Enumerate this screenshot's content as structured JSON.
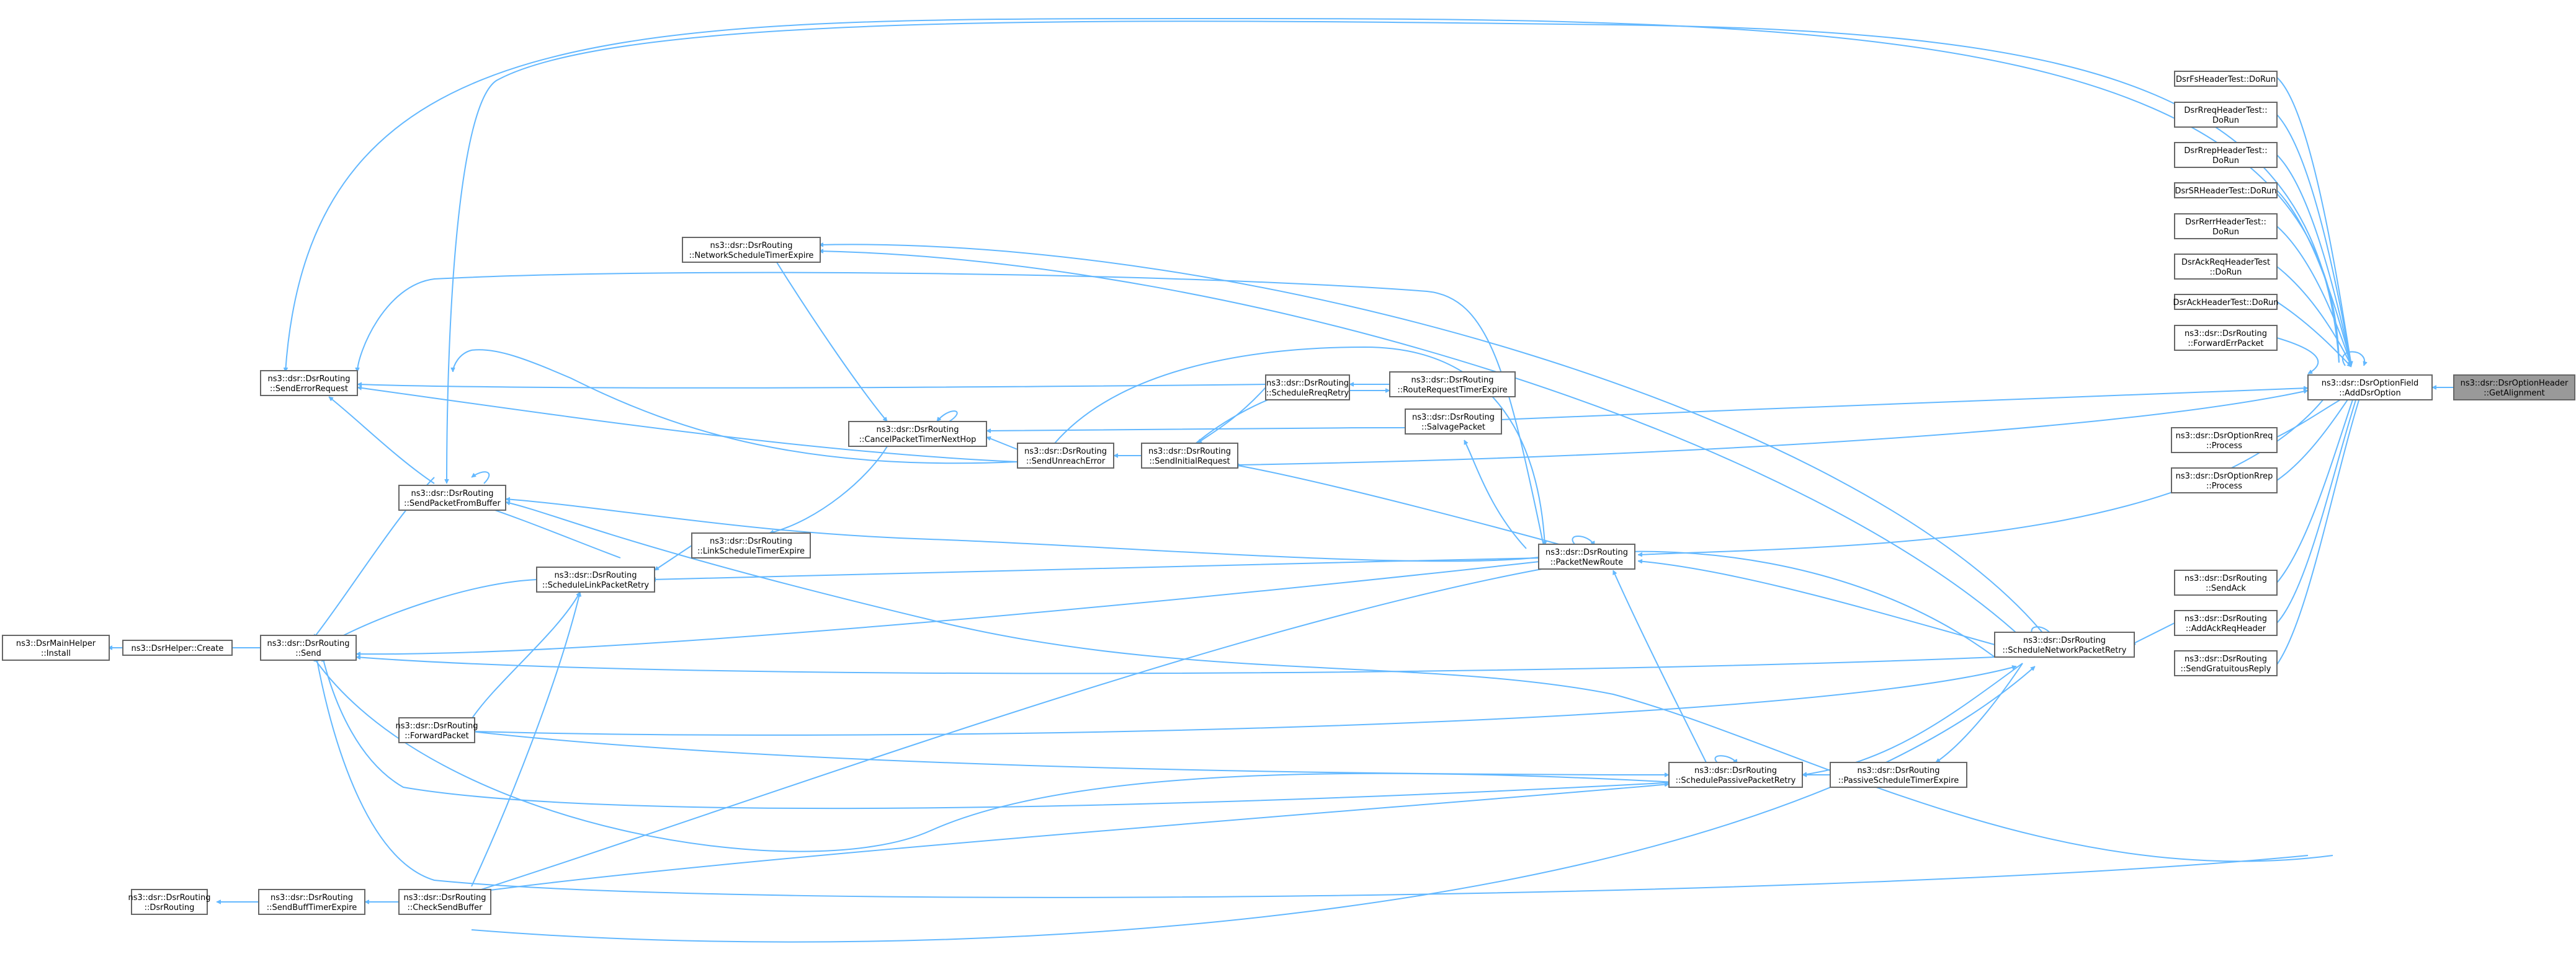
{
  "colors": {
    "edge": "#63b8ff",
    "node_border": "#666666",
    "root_fill": "#999999",
    "background": "#ffffff"
  },
  "nodes": {
    "n_install": [
      "ns3::DsrMainHelper",
      "::Install"
    ],
    "n_create": [
      "ns3::DsrHelper::Create"
    ],
    "n_send": [
      "ns3::dsr::DsrRouting",
      "::Send"
    ],
    "n_sendfrombuffer": [
      "ns3::dsr::DsrRouting",
      "::SendPacketFromBuffer"
    ],
    "n_senderror": [
      "ns3::dsr::DsrRouting",
      "::SendErrorRequest"
    ],
    "n_forwardpacket": [
      "ns3::dsr::DsrRouting",
      "::ForwardPacket"
    ],
    "n_dsrrouting": [
      "ns3::dsr::DsrRouting",
      "::DsrRouting"
    ],
    "n_sendbufftimer": [
      "ns3::dsr::DsrRouting",
      "::SendBuffTimerExpire"
    ],
    "n_checksendbuffer": [
      "ns3::dsr::DsrRouting",
      "::CheckSendBuffer"
    ],
    "n_schedlink": [
      "ns3::dsr::DsrRouting",
      "::ScheduleLinkPacketRetry"
    ],
    "n_linktimer": [
      "ns3::dsr::DsrRouting",
      "::LinkScheduleTimerExpire"
    ],
    "n_netsched": [
      "ns3::dsr::DsrRouting",
      "::NetworkScheduleTimerExpire"
    ],
    "n_cancel": [
      "ns3::dsr::DsrRouting",
      "::CancelPacketTimerNextHop"
    ],
    "n_unreach": [
      "ns3::dsr::DsrRouting",
      "::SendUnreachError"
    ],
    "n_initreq": [
      "ns3::dsr::DsrRouting",
      "::SendInitialRequest"
    ],
    "n_schedrreq": [
      "ns3::dsr::DsrRouting",
      "::ScheduleRreqRetry"
    ],
    "n_rreqtimer": [
      "ns3::dsr::DsrRouting",
      "::RouteRequestTimerExpire"
    ],
    "n_salvage": [
      "ns3::dsr::DsrRouting",
      "::SalvagePacket"
    ],
    "n_newroute": [
      "ns3::dsr::DsrRouting",
      "::PacketNewRoute"
    ],
    "n_schedpassive": [
      "ns3::dsr::DsrRouting",
      "::SchedulePassivePacketRetry"
    ],
    "n_passivetimer": [
      "ns3::dsr::DsrRouting",
      "::PassiveScheduleTimerExpire"
    ],
    "n_schednet": [
      "ns3::dsr::DsrRouting",
      "::ScheduleNetworkPacketRetry"
    ],
    "n_fs": [
      "DsrFsHeaderTest::DoRun"
    ],
    "n_rreqtest": [
      "DsrRreqHeaderTest::",
      "DoRun"
    ],
    "n_rreptest": [
      "DsrRrepHeaderTest::",
      "DoRun"
    ],
    "n_srtest": [
      "DsrSRHeaderTest::DoRun"
    ],
    "n_rerrtest": [
      "DsrRerrHeaderTest::",
      "DoRun"
    ],
    "n_ackreqtest": [
      "DsrAckReqHeaderTest",
      "::DoRun"
    ],
    "n_acktest": [
      "DsrAckHeaderTest::DoRun"
    ],
    "n_forwarderr": [
      "ns3::dsr::DsrRouting",
      "::ForwardErrPacket"
    ],
    "n_optrreq": [
      "ns3::dsr::DsrOptionRreq",
      "::Process"
    ],
    "n_optrrep": [
      "ns3::dsr::DsrOptionRrep",
      "::Process"
    ],
    "n_sendack": [
      "ns3::dsr::DsrRouting",
      "::SendAck"
    ],
    "n_addackreq": [
      "ns3::dsr::DsrRouting",
      "::AddAckReqHeader"
    ],
    "n_gratuitous": [
      "ns3::dsr::DsrRouting",
      "::SendGratuitousReply"
    ],
    "n_addopt": [
      "ns3::dsr::DsrOptionField",
      "::AddDsrOption"
    ],
    "n_root": [
      "ns3::dsr::DsrOptionHeader",
      "::GetAlignment"
    ]
  }
}
